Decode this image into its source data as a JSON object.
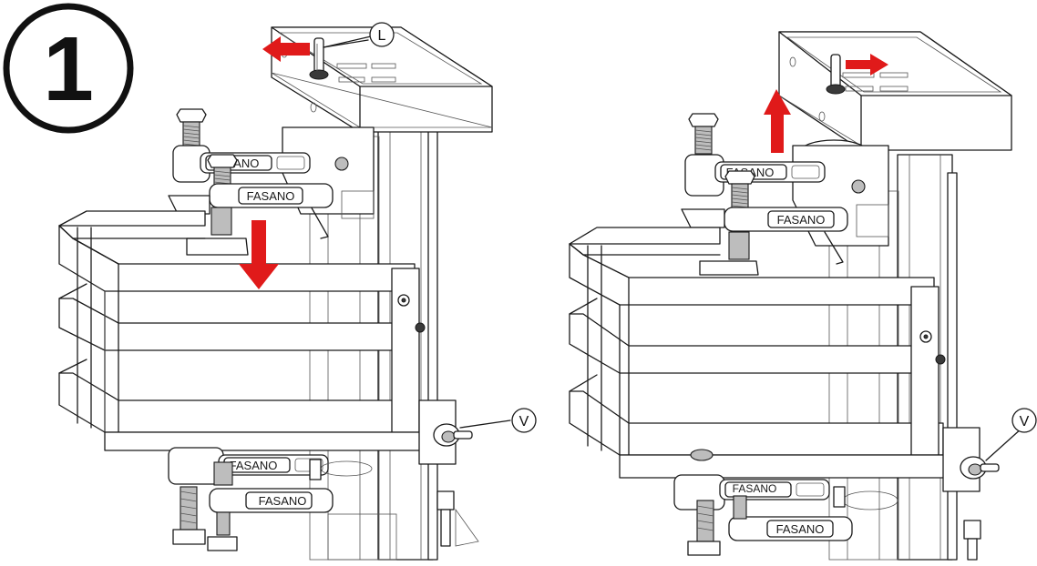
{
  "step_number": "1",
  "brand_text": "FASANO",
  "callouts": {
    "lock_pin": "L",
    "valve_left": "V",
    "valve_right": "V"
  },
  "colors": {
    "arrow": "#e01a1a",
    "line": "#1a1a1a",
    "fill": "#ffffff"
  },
  "arrows": {
    "left_panel": [
      "arrow-left",
      "arrow-down"
    ],
    "right_panel": [
      "arrow-right",
      "arrow-up"
    ]
  }
}
